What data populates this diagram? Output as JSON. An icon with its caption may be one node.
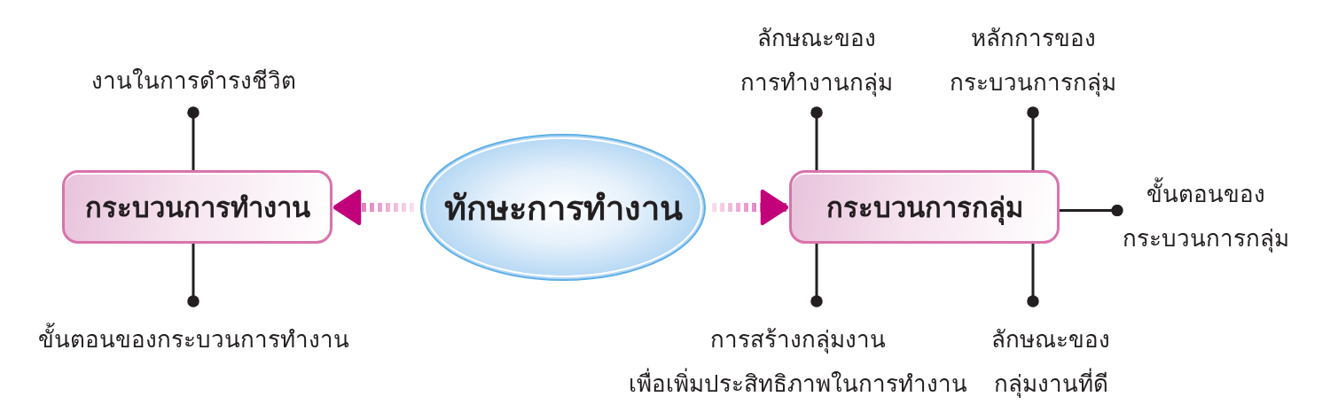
{
  "diagram": {
    "nodes": [
      {
        "text": [
          "ทักษะการทำงาน"
        ]
      },
      {
        "text": [
          "กระบวนการทำงาน"
        ]
      },
      {
        "text": [
          "กระบวนการกลุ่ม"
        ]
      },
      {
        "text": [
          "งานในการดำรงชีวิต"
        ]
      },
      {
        "text": [
          "ขั้นตอนของกระบวนการทำงาน"
        ]
      },
      {
        "text": [
          "ลักษณะของ การทำงานกลุ่ม"
        ]
      },
      {
        "text": [
          "หลักการของ กระบวนการกลุ่ม"
        ]
      },
      {
        "text": [
          "ขั้นตอนของ กระบวนการกลุ่ม"
        ]
      },
      {
        "text": [
          "การสร้างกลุ่มงาน เพื่อเพิ่มประสิทธิภาพในการทำงาน"
        ]
      },
      {
        "text": [
          "ลักษณะของ กลุ่มงานที่ดี"
        ]
      }
    ],
    "edges": [
      {
        "from": 0,
        "to": 1,
        "arrow": "to",
        "style": "dashed",
        "color": "#c2007a"
      },
      {
        "from": 0,
        "to": 2,
        "arrow": "to",
        "style": "dashed",
        "color": "#c2007a"
      },
      {
        "from": 1,
        "to": 3,
        "arrow": "other"
      },
      {
        "from": 1,
        "to": 4,
        "arrow": "other"
      },
      {
        "from": 2,
        "to": 5,
        "arrow": "other"
      },
      {
        "from": 2,
        "to": 6,
        "arrow": "other"
      },
      {
        "from": 2,
        "to": 7,
        "arrow": "other"
      },
      {
        "from": 2,
        "to": 8,
        "arrow": "other"
      },
      {
        "from": 2,
        "to": 9,
        "arrow": "other"
      }
    ]
  }
}
